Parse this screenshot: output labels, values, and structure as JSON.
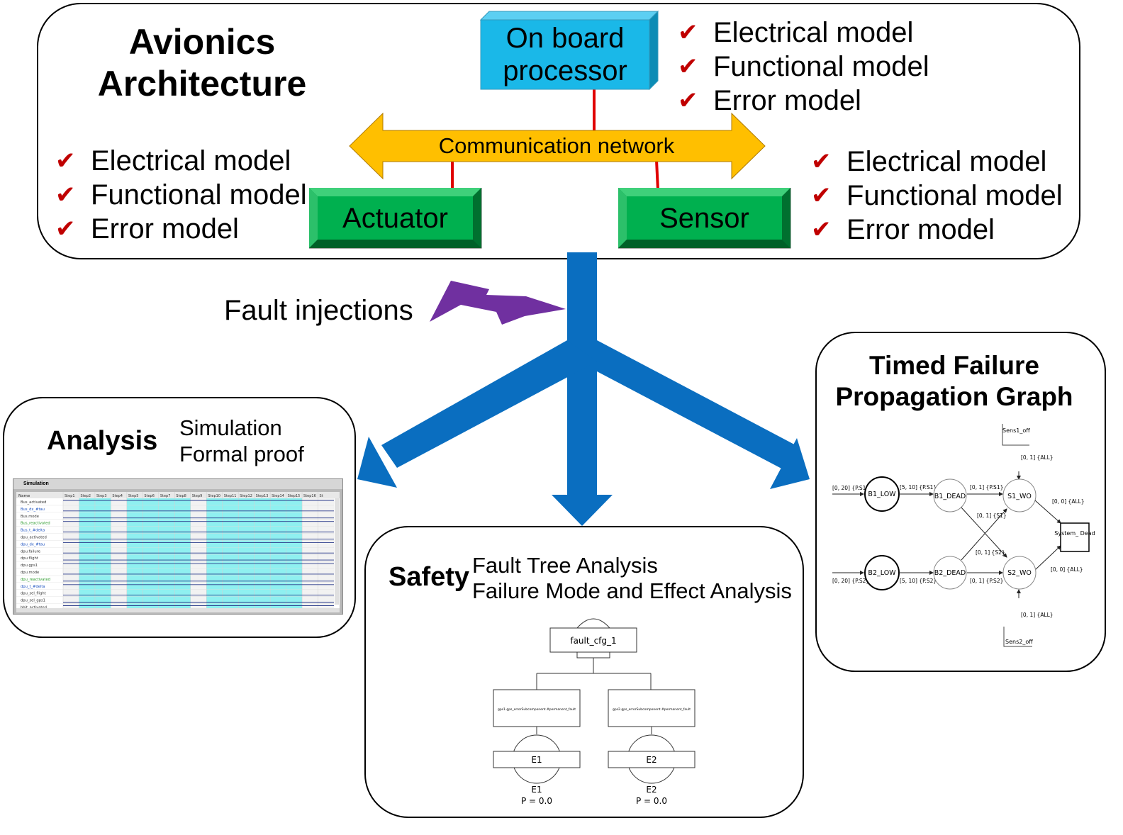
{
  "architecture": {
    "title": "Avionics Architecture",
    "processor_label": "On board processor",
    "network_label": "Communication network",
    "actuator_label": "Actuator",
    "sensor_label": "Sensor",
    "models_processor": [
      "Electrical model",
      "Functional model",
      "Error model"
    ],
    "models_actuator": [
      "Electrical model",
      "Functional model",
      "Error model"
    ],
    "models_sensor": [
      "Electrical model",
      "Functional model",
      "Error model"
    ]
  },
  "fault_injections_label": "Fault injections",
  "analysis": {
    "title": "Analysis",
    "subtitle_lines": [
      "Simulation",
      "Formal proof"
    ],
    "sim_window_title": "Simulation",
    "sim_col_header": "Name",
    "sim_steps": [
      "Step1",
      "Step2",
      "Step3",
      "Step4",
      "Step5",
      "Step6",
      "Step7",
      "Step8",
      "Step9",
      "Step10",
      "Step11",
      "Step12",
      "Step13",
      "Step14",
      "Step15",
      "Step16",
      "St"
    ],
    "sim_signals": [
      "Bus_activated",
      "Bus_dx_#tau",
      "Bus.mode",
      "Bus_reactivated",
      "Bus_t_#delta",
      "dpu_activated",
      "dpu_dx_#tau",
      "dpu.failure",
      "dpu.flight",
      "dpu.gps1",
      "dpu.mode",
      "dpu_reactivated",
      "dpu_t_#delta",
      "dpu_sel_flight",
      "dpu_sel_gps1",
      "bbit_activated"
    ]
  },
  "safety": {
    "title": "Safety",
    "subtitle_lines": [
      "Fault Tree Analysis",
      "Failure Mode and Effect Analysis"
    ],
    "top_event": "fault_cfg_1",
    "intermediate_events": [
      "gps1.gps_errorSubcomponent.#permanent_fault",
      "gps2.gps_errorSubcomponent.#permanent_fault"
    ],
    "basic_events": [
      "E1",
      "E2"
    ],
    "basic_event_probabilities": [
      "P = 0.0",
      "P = 0.0"
    ]
  },
  "tfpg": {
    "title": "Timed Failure Propagation Graph",
    "nodes": [
      "B1_LOW",
      "B1_DEAD",
      "S1_WO",
      "B2_LOW",
      "B2_DEAD",
      "S2_WO",
      "System_ Dead",
      "Sens1_off",
      "Sens2_off"
    ],
    "edge_labels": [
      "[0, 20] {P.S1}",
      "[5, 10] {P.S1}",
      "[0, 1] {P.S1}",
      "[0, 1] {ALL}",
      "[0, 0] {ALL}",
      "[0, 1] {S1}",
      "[0, 1] {S2}",
      "[0, 20] {P.S2}",
      "[5, 10] {P.S2}",
      "[0, 1] {P.S2}",
      "[0, 0] {ALL}",
      "[0, 1] {ALL}"
    ]
  },
  "colors": {
    "processor_fill": "#1ab8e8",
    "network_fill": "#ffbf00",
    "component_fill": "#00b04f",
    "arrow_blue": "#0a6ec0",
    "lightning": "#7030a0",
    "check_red": "#c00000",
    "link_red": "#e00000",
    "sim_cyan": "#8ff0f0"
  }
}
